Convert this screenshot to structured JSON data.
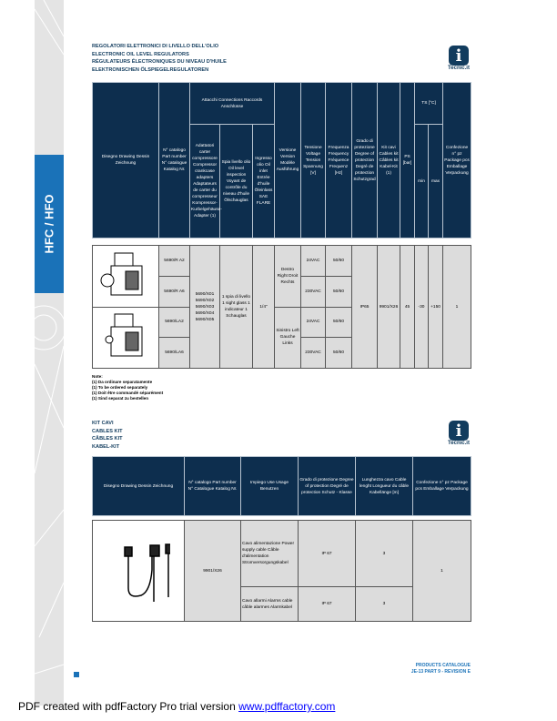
{
  "sidebar": {
    "label": "HFC / HFO"
  },
  "section1": {
    "title_lines": [
      "Regolatori elettronici di livello dell'olio",
      "Electronic oil level regulators",
      "Régulateurs électroniques du niveau d'huile",
      "Elektronischen Ölspiegelregulatoren"
    ],
    "logo_text": "Tecnic.it",
    "headers": {
      "diagram": "Disegno Drawing Dessin Zeichnung",
      "catalog": "N° catalogo Part number N° catalogue Katalog Nr.",
      "connections": "Attacchi Connections Raccords Anschlüsse",
      "adapters": "Adattatori carter compressore Compressor crankcase adapters Adaptateurs de carter du compresseur Kompressor-Kurbelgehäuse-Adapter (1)",
      "sightglass": "Spia livello olio Oil level inspection Voyant de contrôle du niveau d'huile Ölschauglas",
      "inlet": "Ingresso olio Oil inlet Entrée d'huile Öleinlass SAE FLARE",
      "version": "Versione Version Modèle Ausführung",
      "voltage": "Tensione Voltage Tension Spannung [V]",
      "frequency": "Frequenza Frequency Fréquence Frequenz [Hz]",
      "protection": "Grado di protezione Degree of protection Degré de protection Schutzgrad",
      "kit": "Kit cavi Cables kit Câbles kit Kabel-Kit (1)",
      "ps": "PS [bar]",
      "ts": "TS [°C]",
      "min": "min",
      "max": "max",
      "package": "Confezione n° pz Package pcs Emballage Verpackung"
    },
    "rows": [
      {
        "catalog": "5690/R A2",
        "voltage": "24VAC",
        "frequency": "50/60"
      },
      {
        "catalog": "5690/R A6",
        "voltage": "230VAC",
        "frequency": "50/60"
      },
      {
        "catalog": "5690/LA2",
        "voltage": "24VAC",
        "frequency": "50/60"
      },
      {
        "catalog": "5690/LA6",
        "voltage": "230VAC",
        "frequency": "50/60"
      }
    ],
    "adapters": "5690/X01 5690/X02 5690/X03 5690/X04 5690/X05",
    "sightglass": "1 spia di livello 1 sight glass 1 indicateur 1 Schauglas",
    "inlet": "1/4\"",
    "version_right": "Destro Right Droit Rechts",
    "version_left": "Sinistro Left Gauche Links",
    "protection": "IP65",
    "kit": "9901/X26",
    "ps": "45",
    "ts_min": "-30",
    "ts_max": "+150",
    "package": "1",
    "notes_title": "Note:",
    "notes": [
      "(1) Da ordinare separatamente",
      "(1) To be ordered separately",
      "(1) Doit être commandé séparément",
      "(1) Sind separat zu bestellen"
    ]
  },
  "section2": {
    "title_lines": [
      "Kit cavi",
      "Cables kit",
      "Câbles kit",
      "Kabel-Kit"
    ],
    "logo_text": "Tecnic.it",
    "headers": [
      "Disegno Drawing Dessin Zeichnung",
      "N° catalogo Part number N° Catalogue Katalog Nr.",
      "Impiego Use Usage Benutzen",
      "Grado di protezione Degree of protection Degré de protection Schutz - Klasse",
      "Lunghezza cavo Cable lenght Longueur du câble Kabellänge [m]",
      "Confezione n° pz Package pcs Emballage Verpackung"
    ],
    "catalog": "9901/X26",
    "rows": [
      {
        "use": "Cavo alimentazione Power supply cable Câble d'alimentation Stromversorgungskabel",
        "protection": "IP 67",
        "length": "3"
      },
      {
        "use": "Cavo allarmi Alarms cable câble alarmes Alarmkabel",
        "protection": "IP 67",
        "length": "3"
      }
    ],
    "package": "1"
  },
  "footer": {
    "line1": "PRODUCTS CATALOGUE",
    "line2": "JE-13 PART 9 - REVISION E"
  },
  "watermark": {
    "text": "PDF created with pdfFactory Pro trial version",
    "link": "www.pdffactory.com"
  }
}
